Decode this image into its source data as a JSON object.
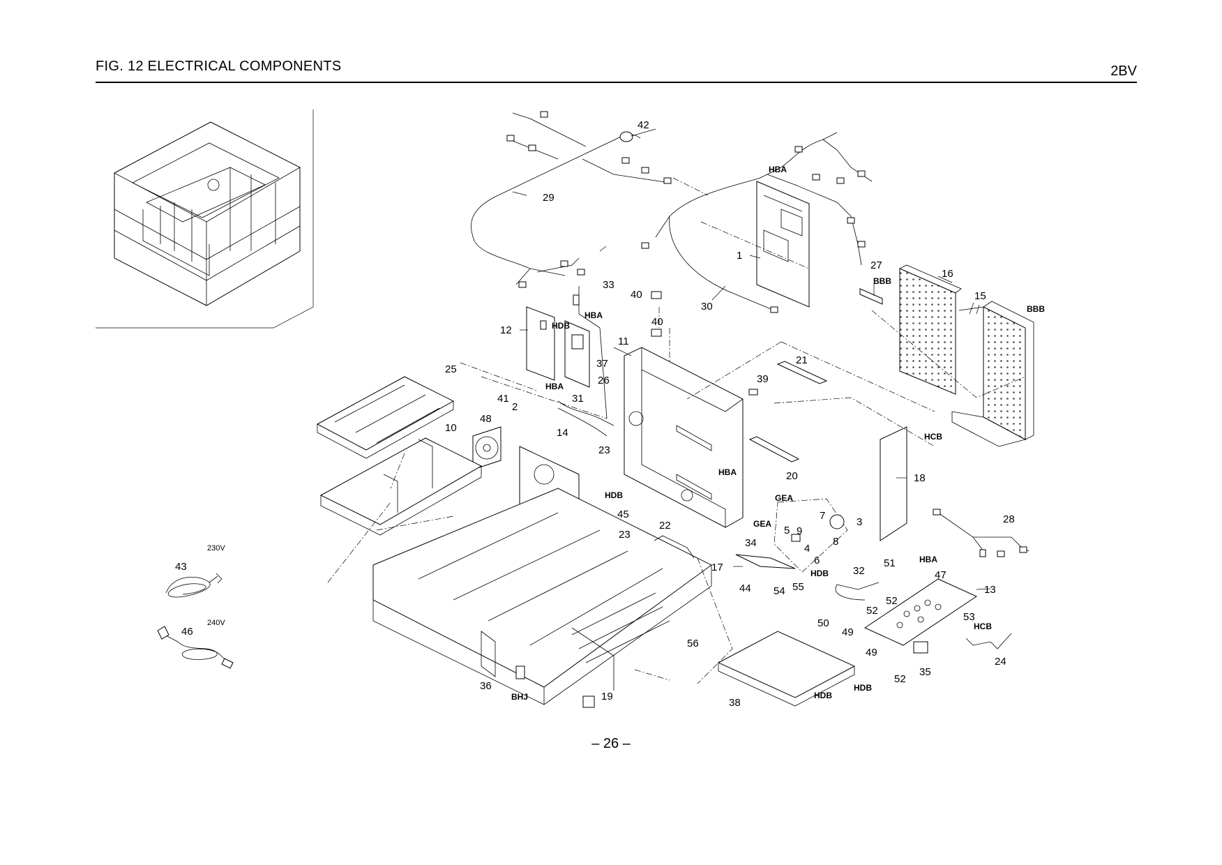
{
  "header": {
    "title": "FIG. 12  ELECTRICAL COMPONENTS",
    "model_code": "2BV"
  },
  "footer": {
    "page_number": "– 26 –"
  },
  "power_cords": {
    "cord_230": "230V",
    "cord_240": "240V"
  },
  "part_numbers": [
    "1",
    "2",
    "3",
    "4",
    "5",
    "6",
    "7",
    "8",
    "9",
    "10",
    "11",
    "12",
    "13",
    "14",
    "15",
    "16",
    "17",
    "18",
    "19",
    "20",
    "21",
    "22",
    "23",
    "24",
    "25",
    "26",
    "27",
    "28",
    "29",
    "30",
    "31",
    "32",
    "33",
    "34",
    "35",
    "36",
    "37",
    "38",
    "39",
    "40",
    "41",
    "42",
    "43",
    "44",
    "45",
    "46",
    "47",
    "48",
    "49",
    "50",
    "51",
    "52",
    "53",
    "54",
    "55",
    "56"
  ],
  "fastener_codes": [
    "HBA",
    "HDB",
    "BBB",
    "HCB",
    "GEA",
    "BHJ"
  ]
}
